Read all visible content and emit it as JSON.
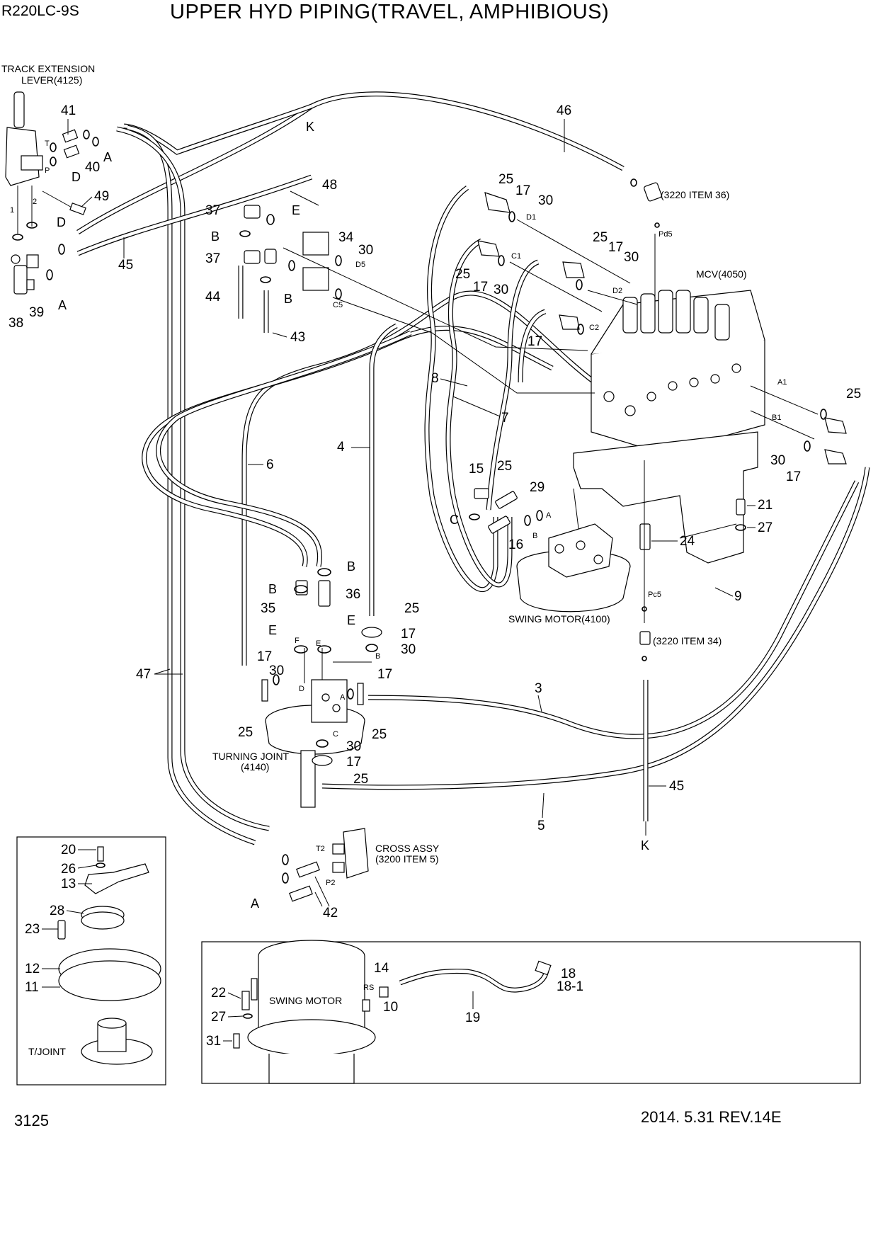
{
  "header": {
    "model": "R220LC-9S",
    "title": "UPPER HYD PIPING(TRAVEL, AMPHIBIOUS)"
  },
  "footer": {
    "page_number": "3125",
    "revision": "2014. 5.31  REV.14E"
  },
  "components": {
    "track_lever_line1": "TRACK EXTENSION",
    "track_lever_line2": "LEVER(4125)",
    "mcv": "MCV(4050)",
    "swing_motor": "SWING MOTOR(4100)",
    "turning_joint_line1": "TURNING JOINT",
    "turning_joint_line2": "(4140)",
    "cross_assy_line1": "CROSS ASSY",
    "cross_assy_line2": "(3200 ITEM 5)",
    "ref_item36": "(3220 ITEM 36)",
    "ref_item34": "(3220 ITEM 34)",
    "inset_swing_motor": "SWING MOTOR",
    "inset_tjoint": "T/JOINT"
  },
  "callouts": {
    "p41": "41",
    "p40": "40",
    "p49": "49",
    "p45a": "45",
    "p38": "38",
    "p39": "39",
    "p46": "46",
    "p48": "48",
    "p37a": "37",
    "p37b": "37",
    "p34": "34",
    "p30a": "30",
    "p44": "44",
    "p43": "43",
    "p25a": "25",
    "p17a": "17",
    "p30b": "30",
    "p25b": "25",
    "p17b": "17",
    "p30c": "30",
    "p25c": "25",
    "p17c": "17",
    "p30d": "30",
    "p17d": "17",
    "p8": "8",
    "p7": "7",
    "p4": "4",
    "p6": "6",
    "p15": "15",
    "p25d": "25",
    "p29": "29",
    "p16": "16",
    "p25e": "25",
    "p30e": "30",
    "p17e": "17",
    "p21": "21",
    "p27a": "27",
    "p24": "24",
    "p9": "9",
    "p36": "36",
    "p35": "35",
    "p25f": "25",
    "p17f": "17",
    "p30f": "30",
    "p47": "47",
    "p17g": "17",
    "p30g": "30",
    "p25g": "25",
    "p17h": "17",
    "p25h": "25",
    "p3": "3",
    "p30h": "30",
    "p17i": "17",
    "p25i": "25",
    "p45b": "45",
    "p5": "5",
    "p42": "42",
    "p20": "20",
    "p26": "26",
    "p13": "13",
    "p28": "28",
    "p23": "23",
    "p12": "12",
    "p11": "11",
    "p22": "22",
    "p27b": "27",
    "p31": "31",
    "p14": "14",
    "p10": "10",
    "p19": "19",
    "p18": "18",
    "p18_1": "18-1"
  },
  "letters": {
    "A1": "A",
    "A2": "A",
    "A3": "A",
    "D1": "D",
    "D2": "D",
    "K1": "K",
    "K2": "K",
    "E1": "E",
    "E2": "E",
    "E3": "E",
    "B1": "B",
    "B2": "B",
    "B3": "B",
    "B4": "B",
    "C1": "C"
  },
  "small_labels": {
    "T": "T",
    "P": "P",
    "n1": "1",
    "n2": "2",
    "D1": "D1",
    "D2": "D2",
    "D5": "D5",
    "C5": "C5",
    "C1": "C1",
    "C2": "C2",
    "A1": "A1",
    "B1": "B1",
    "Pd5": "Pd5",
    "Pc5": "Pc5",
    "A": "A",
    "B": "B",
    "F": "F",
    "E": "E",
    "D": "D",
    "tjA": "A",
    "tjB": "B",
    "tjC": "C",
    "T2": "T2",
    "P2": "P2",
    "RS": "RS"
  }
}
